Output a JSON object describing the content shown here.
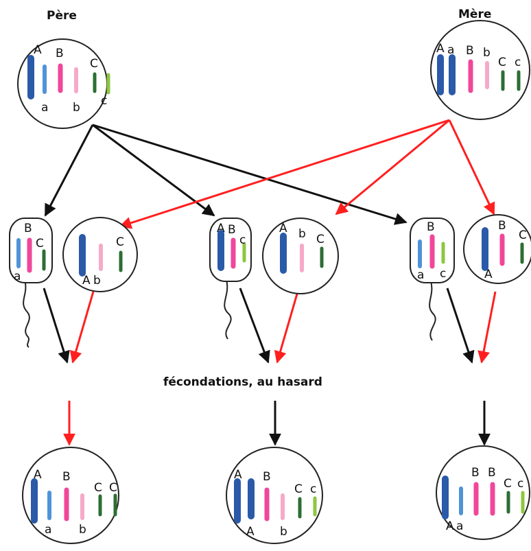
{
  "labels": {
    "father": "Père",
    "mother": "Mère",
    "fertilization": "fécondations, au hasard"
  },
  "colors": {
    "dark_blue": "#2a5aa8",
    "light_blue": "#4f93d8",
    "pink": "#f0479a",
    "light_pink": "#f6a9c8",
    "dark_green": "#2c6e34",
    "light_green": "#8ec640",
    "black_arrow": "#111111",
    "red_arrow": "#ff1f1f"
  },
  "cells": {
    "father": {
      "genes": [
        "A",
        "a",
        "B",
        "b",
        "C",
        "c"
      ]
    },
    "mother": {
      "genes": [
        "A",
        "a",
        "B",
        "b",
        "C",
        "c"
      ]
    },
    "sperm_1": {
      "genes": [
        "B",
        "C",
        "a"
      ]
    },
    "egg_1": {
      "genes": [
        "C",
        "A",
        "b"
      ]
    },
    "sperm_2": {
      "genes": [
        "A",
        "B",
        "c"
      ]
    },
    "egg_2": {
      "genes": [
        "A",
        "b",
        "C"
      ]
    },
    "sperm_3": {
      "genes": [
        "B",
        "a",
        "c"
      ]
    },
    "egg_3": {
      "genes": [
        "B",
        "C",
        "A"
      ]
    },
    "zygote_1": {
      "genes": [
        "A",
        "a",
        "B",
        "b",
        "C",
        "C"
      ]
    },
    "zygote_2": {
      "genes": [
        "A",
        "A",
        "B",
        "b",
        "C",
        "c"
      ]
    },
    "zygote_3": {
      "genes": [
        "B",
        "B",
        "C",
        "c",
        "A",
        "a"
      ]
    }
  }
}
